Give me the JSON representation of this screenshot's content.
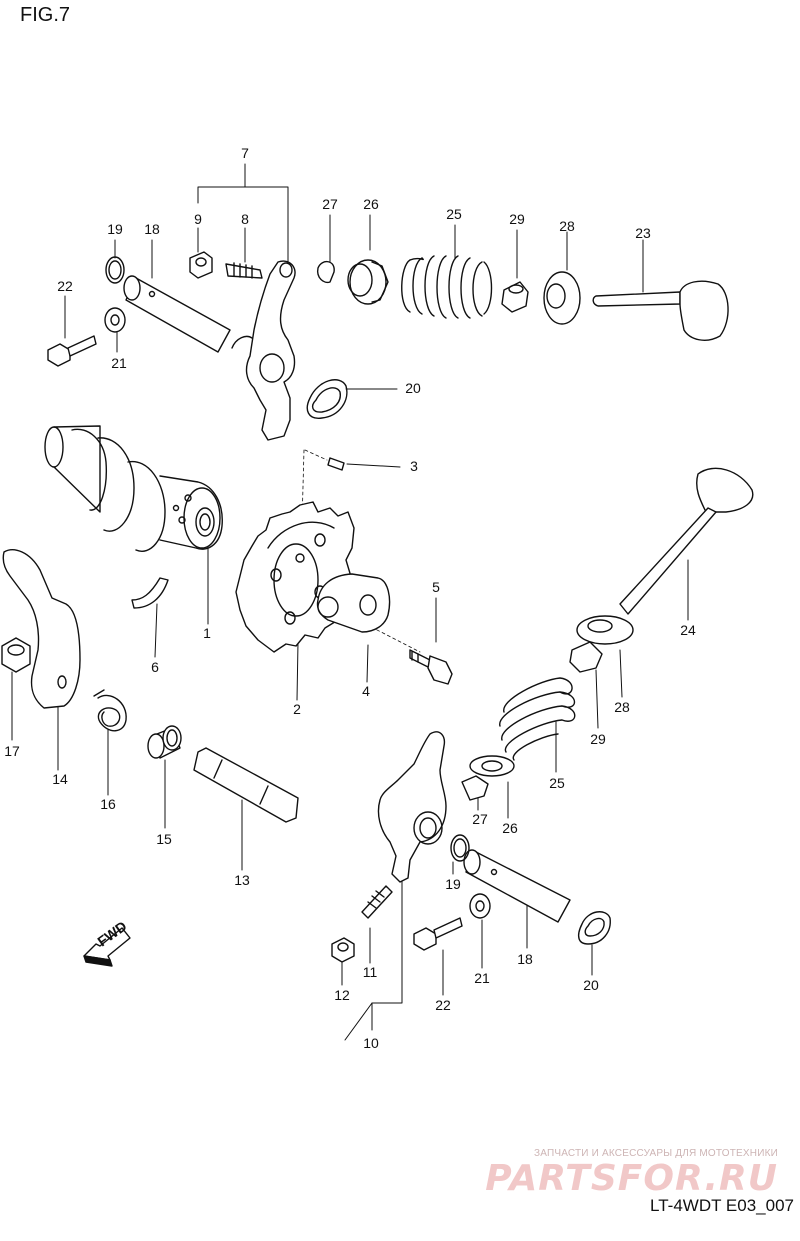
{
  "figure": {
    "title": "FIG.7",
    "drawing_code": "LT-4WDT E03_007",
    "watermark": {
      "tagline": "ЗАПЧАСТИ И АКСЕССУАРЫ ДЛЯ МОТОТЕХНИКИ",
      "logo": "PARTSFOR.RU"
    },
    "fwd_label": "FWD"
  },
  "callouts": [
    {
      "id": "c1",
      "label": "1"
    },
    {
      "id": "c2",
      "label": "2"
    },
    {
      "id": "c3",
      "label": "3"
    },
    {
      "id": "c4",
      "label": "4"
    },
    {
      "id": "c5",
      "label": "5"
    },
    {
      "id": "c6",
      "label": "6"
    },
    {
      "id": "c7",
      "label": "7"
    },
    {
      "id": "c8",
      "label": "8"
    },
    {
      "id": "c9",
      "label": "9"
    },
    {
      "id": "c10",
      "label": "10"
    },
    {
      "id": "c11",
      "label": "11"
    },
    {
      "id": "c12",
      "label": "12"
    },
    {
      "id": "c13",
      "label": "13"
    },
    {
      "id": "c14",
      "label": "14"
    },
    {
      "id": "c15",
      "label": "15"
    },
    {
      "id": "c16",
      "label": "16"
    },
    {
      "id": "c17",
      "label": "17"
    },
    {
      "id": "c18a",
      "label": "18"
    },
    {
      "id": "c18b",
      "label": "18"
    },
    {
      "id": "c19a",
      "label": "19"
    },
    {
      "id": "c19b",
      "label": "19"
    },
    {
      "id": "c20a",
      "label": "20"
    },
    {
      "id": "c20b",
      "label": "20"
    },
    {
      "id": "c21a",
      "label": "21"
    },
    {
      "id": "c21b",
      "label": "21"
    },
    {
      "id": "c22a",
      "label": "22"
    },
    {
      "id": "c22b",
      "label": "22"
    },
    {
      "id": "c23",
      "label": "23"
    },
    {
      "id": "c24",
      "label": "24"
    },
    {
      "id": "c25a",
      "label": "25"
    },
    {
      "id": "c25b",
      "label": "25"
    },
    {
      "id": "c26a",
      "label": "26"
    },
    {
      "id": "c26b",
      "label": "26"
    },
    {
      "id": "c27a",
      "label": "27"
    },
    {
      "id": "c27b",
      "label": "27"
    },
    {
      "id": "c28a",
      "label": "28"
    },
    {
      "id": "c28b",
      "label": "28"
    },
    {
      "id": "c29a",
      "label": "29"
    },
    {
      "id": "c29b",
      "label": "29"
    }
  ]
}
